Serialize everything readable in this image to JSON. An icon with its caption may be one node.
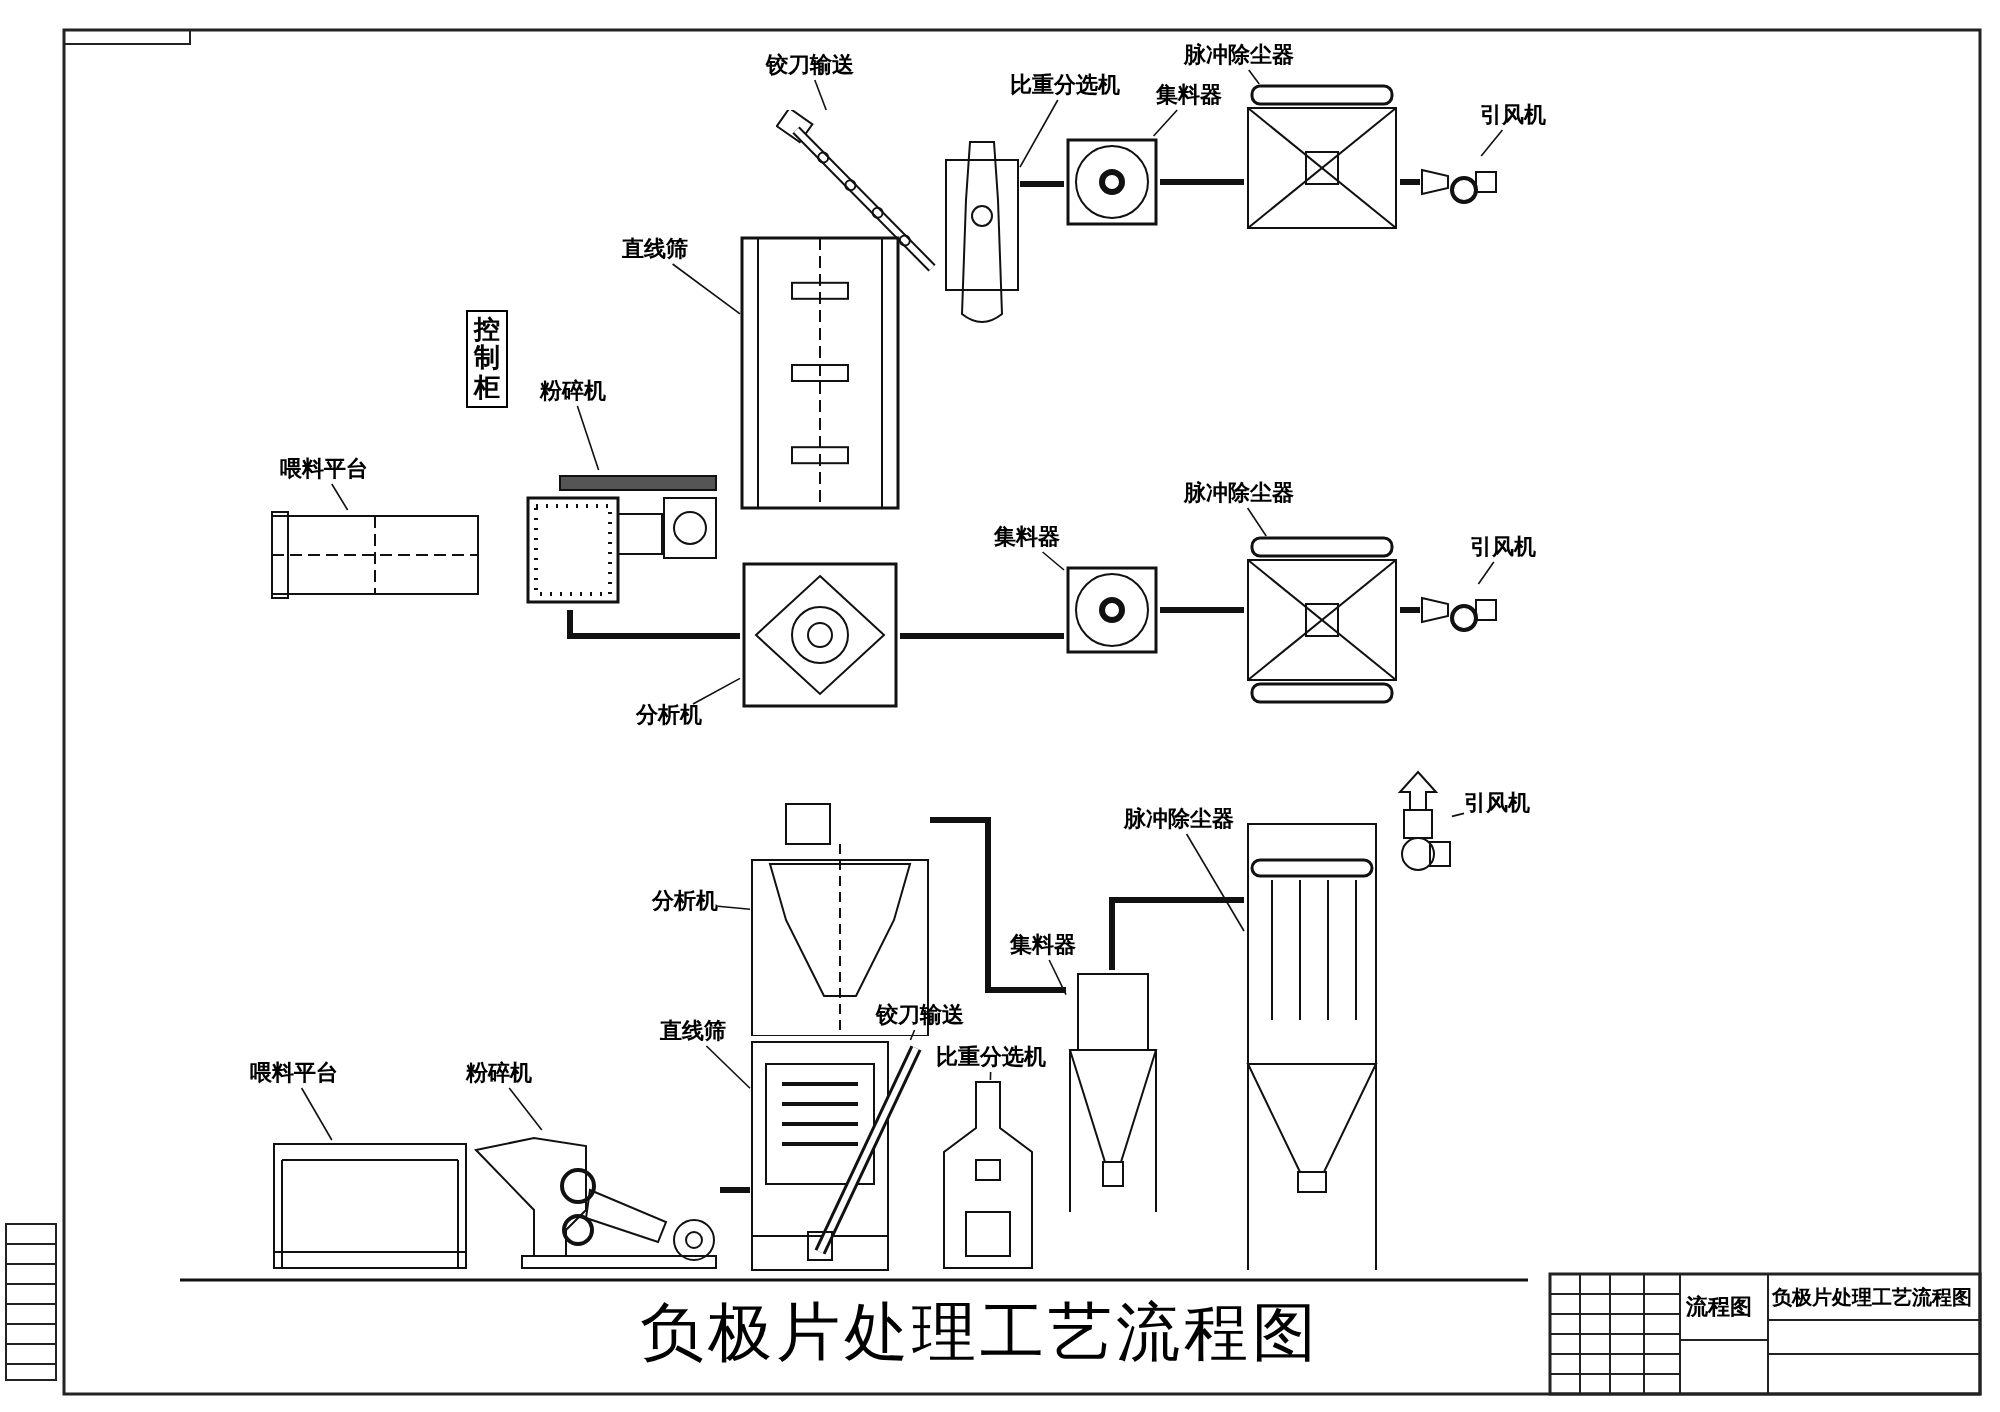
{
  "diagram": {
    "title": "负极片处理工艺流程图",
    "nodes": [
      {
        "text": [
          "铰刀输送"
        ]
      },
      {
        "text": [],
        "shape": "picture"
      },
      {
        "text": [
          "比重分选机"
        ]
      },
      {
        "text": [],
        "shape": "picture"
      },
      {
        "text": [
          "集料器"
        ]
      },
      {
        "text": [],
        "shape": "picture"
      },
      {
        "text": [
          "脉冲除尘器"
        ]
      },
      {
        "text": [],
        "shape": "picture"
      },
      {
        "text": [
          "引风机"
        ]
      },
      {
        "text": [],
        "shape": "picture"
      },
      {
        "text": [
          "直线筛"
        ]
      },
      {
        "text": [],
        "shape": "picture"
      },
      {
        "text": [
          "控制柜"
        ]
      },
      {
        "text": [
          "粉碎机"
        ]
      },
      {
        "text": [],
        "shape": "picture"
      },
      {
        "text": [
          "喂料平台"
        ]
      },
      {
        "text": [],
        "shape": "picture"
      },
      {
        "text": [
          "分析机"
        ]
      },
      {
        "text": [],
        "shape": "picture"
      },
      {
        "text": [
          "集料器"
        ]
      },
      {
        "text": [],
        "shape": "picture"
      },
      {
        "text": [
          "脉冲除尘器"
        ]
      },
      {
        "text": [],
        "shape": "picture"
      },
      {
        "text": [
          "引风机"
        ]
      },
      {
        "text": [],
        "shape": "picture"
      },
      {
        "text": [
          "分析机"
        ]
      },
      {
        "text": [],
        "shape": "picture"
      },
      {
        "text": [
          "直线筛"
        ]
      },
      {
        "text": [],
        "shape": "picture"
      },
      {
        "text": [
          "铰刀输送"
        ]
      },
      {
        "text": [],
        "shape": "picture"
      },
      {
        "text": [
          "比重分选机"
        ]
      },
      {
        "text": [],
        "shape": "picture"
      },
      {
        "text": [
          "集料器"
        ]
      },
      {
        "text": [],
        "shape": "picture"
      },
      {
        "text": [
          "脉冲除尘器"
        ]
      },
      {
        "text": [],
        "shape": "picture"
      },
      {
        "text": [
          "引风机"
        ]
      },
      {
        "text": [],
        "shape": "picture"
      },
      {
        "text": [
          "喂料平台"
        ]
      },
      {
        "text": [],
        "shape": "picture"
      },
      {
        "text": [
          "粉碎机"
        ]
      },
      {
        "text": [],
        "shape": "picture"
      }
    ],
    "edges": [
      {
        "from": 0,
        "to": 1,
        "arrow": "none"
      },
      {
        "from": 2,
        "to": 3,
        "arrow": "none"
      },
      {
        "from": 4,
        "to": 5,
        "arrow": "none"
      },
      {
        "from": 6,
        "to": 7,
        "arrow": "none"
      },
      {
        "from": 8,
        "to": 9,
        "arrow": "none"
      },
      {
        "from": 10,
        "to": 11,
        "arrow": "none"
      },
      {
        "from": 13,
        "to": 14,
        "arrow": "none"
      },
      {
        "from": 15,
        "to": 16,
        "arrow": "none"
      },
      {
        "from": 17,
        "to": 18,
        "arrow": "none"
      },
      {
        "from": 19,
        "to": 20,
        "arrow": "none"
      },
      {
        "from": 21,
        "to": 22,
        "arrow": "none"
      },
      {
        "from": 23,
        "to": 24,
        "arrow": "none"
      },
      {
        "from": 25,
        "to": 26,
        "arrow": "none"
      },
      {
        "from": 27,
        "to": 28,
        "arrow": "none"
      },
      {
        "from": 29,
        "to": 30,
        "arrow": "none"
      },
      {
        "from": 31,
        "to": 32,
        "arrow": "none"
      },
      {
        "from": 33,
        "to": 34,
        "arrow": "none"
      },
      {
        "from": 35,
        "to": 36,
        "arrow": "none"
      },
      {
        "from": 37,
        "to": 38,
        "arrow": "none"
      },
      {
        "from": 39,
        "to": 40,
        "arrow": "none"
      },
      {
        "from": 41,
        "to": 42,
        "arrow": "none"
      },
      {
        "from": 3,
        "to": 5,
        "arrow": "none",
        "style": "thick"
      },
      {
        "from": 5,
        "to": 7,
        "arrow": "none",
        "style": "thick"
      },
      {
        "from": 7,
        "to": 9,
        "arrow": "none",
        "style": "thick"
      },
      {
        "from": 14,
        "to": 18,
        "arrow": "none",
        "style": "thick"
      },
      {
        "from": 18,
        "to": 20,
        "arrow": "none",
        "style": "thick"
      },
      {
        "from": 20,
        "to": 22,
        "arrow": "none",
        "style": "thick"
      },
      {
        "from": 22,
        "to": 24,
        "arrow": "none",
        "style": "thick"
      },
      {
        "from": 42,
        "to": 28,
        "arrow": "none",
        "style": "thick"
      },
      {
        "from": 26,
        "to": 34,
        "arrow": "none",
        "style": "thick"
      },
      {
        "from": 34,
        "to": 36,
        "arrow": "none",
        "style": "thick"
      }
    ],
    "labels": [
      "流程图",
      "负极片处理工艺流程图"
    ]
  }
}
